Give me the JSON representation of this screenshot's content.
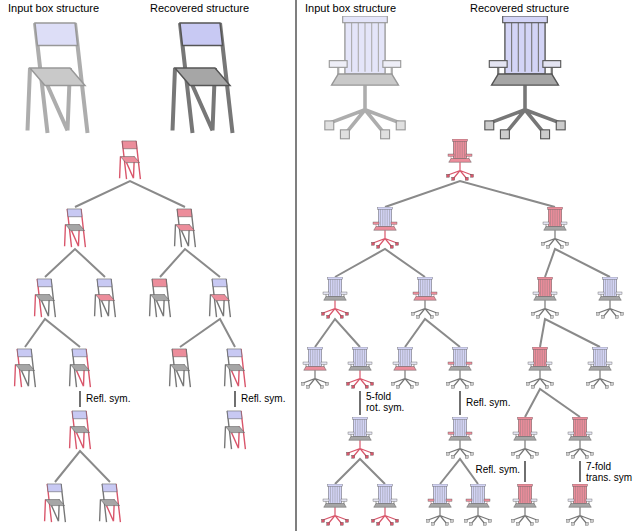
{
  "diagram": {
    "labels": [
      "Input box structure",
      "Recovered structure",
      "Input box structure",
      "Recovered structure",
      "Refl. sym.",
      "Refl. sym.",
      "5-fold rot. sym.",
      "Refl. sym.",
      "Refl. sym.",
      "7-fold trans. sym"
    ]
  }
}
